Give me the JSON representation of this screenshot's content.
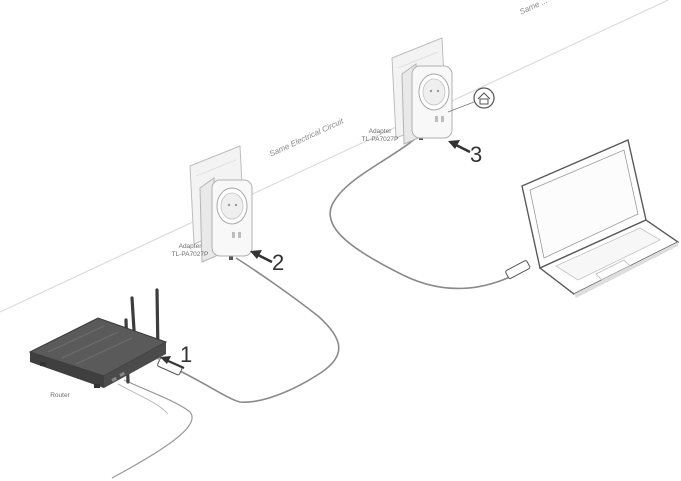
{
  "circuit_labels": {
    "main": "Same Electrical Circuit",
    "top": "Same ..."
  },
  "devices": {
    "adapter_a": {
      "line1": "Adapter",
      "line2": "TL-PA7027P"
    },
    "adapter_b": {
      "line1": "Adapter",
      "line2": "TL-PA7027P"
    },
    "router": {
      "label": "Router"
    }
  },
  "steps": [
    "1",
    "2",
    "3"
  ],
  "icons": {
    "pair_button": "house-icon",
    "arrows": "arrow-icon",
    "laptop": "laptop-icon",
    "router": "router-icon",
    "adapter": "powerline-adapter-icon"
  },
  "colors": {
    "line": "#d7d7d7",
    "cable": "#8a8a8a",
    "device_light": "#f4f4f4",
    "device_dark": "#4a4a4a",
    "arrow": "#333333"
  }
}
